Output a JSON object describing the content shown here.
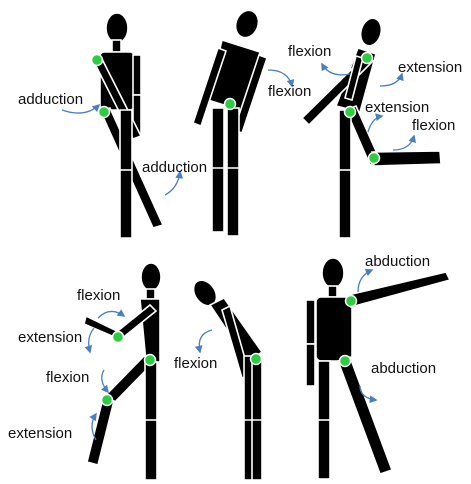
{
  "colors": {
    "figure": "#000000",
    "joint": "#2ecc40",
    "arrow": "#4a7fc0",
    "text": "#111111",
    "background": "#ffffff"
  },
  "icons": {
    "joint_marker": "green-circle",
    "motion_arrow": "curved-arrow"
  },
  "panels": [
    {
      "id": "hip-adduction",
      "labels": [
        {
          "key": "a1",
          "text": "adduction"
        },
        {
          "key": "a2",
          "text": "adduction"
        }
      ]
    },
    {
      "id": "trunk-flexion",
      "labels": [
        {
          "key": "f1",
          "text": "flexion"
        }
      ]
    },
    {
      "id": "arm-leg-flexion-extension",
      "labels": [
        {
          "key": "f1",
          "text": "flexion"
        },
        {
          "key": "e1",
          "text": "extension"
        },
        {
          "key": "e2",
          "text": "extension"
        },
        {
          "key": "f2",
          "text": "flexion"
        }
      ]
    },
    {
      "id": "arm-leg-flexion-extension-side",
      "labels": [
        {
          "key": "f1",
          "text": "flexion"
        },
        {
          "key": "e1",
          "text": "extension"
        },
        {
          "key": "f2",
          "text": "flexion"
        },
        {
          "key": "e2",
          "text": "extension"
        }
      ]
    },
    {
      "id": "neck-flexion",
      "labels": [
        {
          "key": "f1",
          "text": "flexion"
        }
      ]
    },
    {
      "id": "abduction",
      "labels": [
        {
          "key": "a1",
          "text": "abduction"
        },
        {
          "key": "a2",
          "text": "abduction"
        }
      ]
    }
  ]
}
